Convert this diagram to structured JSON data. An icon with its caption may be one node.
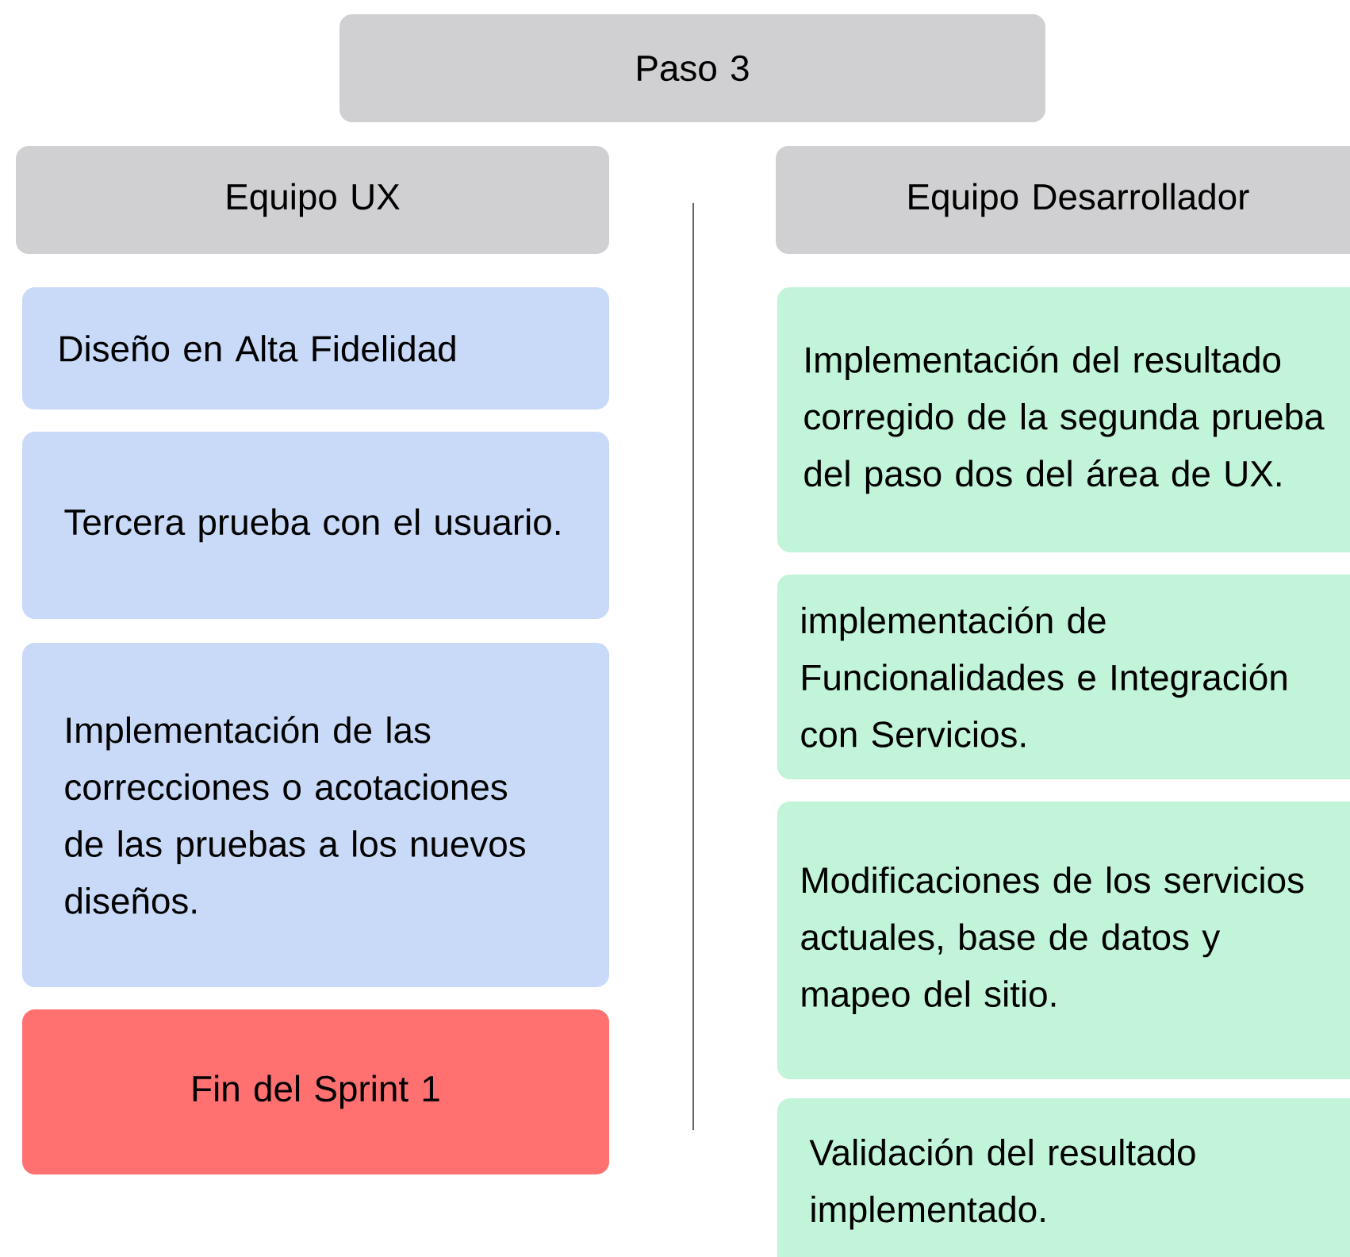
{
  "diagram": {
    "nodes": [
      {
        "text": [
          "Paso 3"
        ]
      },
      {
        "text": [
          "Equipo UX"
        ]
      },
      {
        "text": [
          "Equipo Desarrollador"
        ]
      },
      {
        "text": [
          "Diseño en Alta Fidelidad"
        ]
      },
      {
        "text": [
          "Tercera prueba con el usuario."
        ]
      },
      {
        "text": [
          "Implementación de las correcciones o acotaciones de las pruebas a los nuevos diseños."
        ]
      },
      {
        "text": [
          "Fin del Sprint 1"
        ]
      },
      {
        "text": [
          "Implementación del resultado corregido de la segunda prueba del paso dos del área de UX."
        ]
      },
      {
        "text": [
          "implementación de Funcionalidades e Integración con Servicios."
        ]
      },
      {
        "text": [
          "Modificaciones de los servicios actuales, base de datos y mapeo del sitio."
        ]
      },
      {
        "text": [
          "Validación del resultado implementado."
        ]
      }
    ],
    "edges": []
  }
}
